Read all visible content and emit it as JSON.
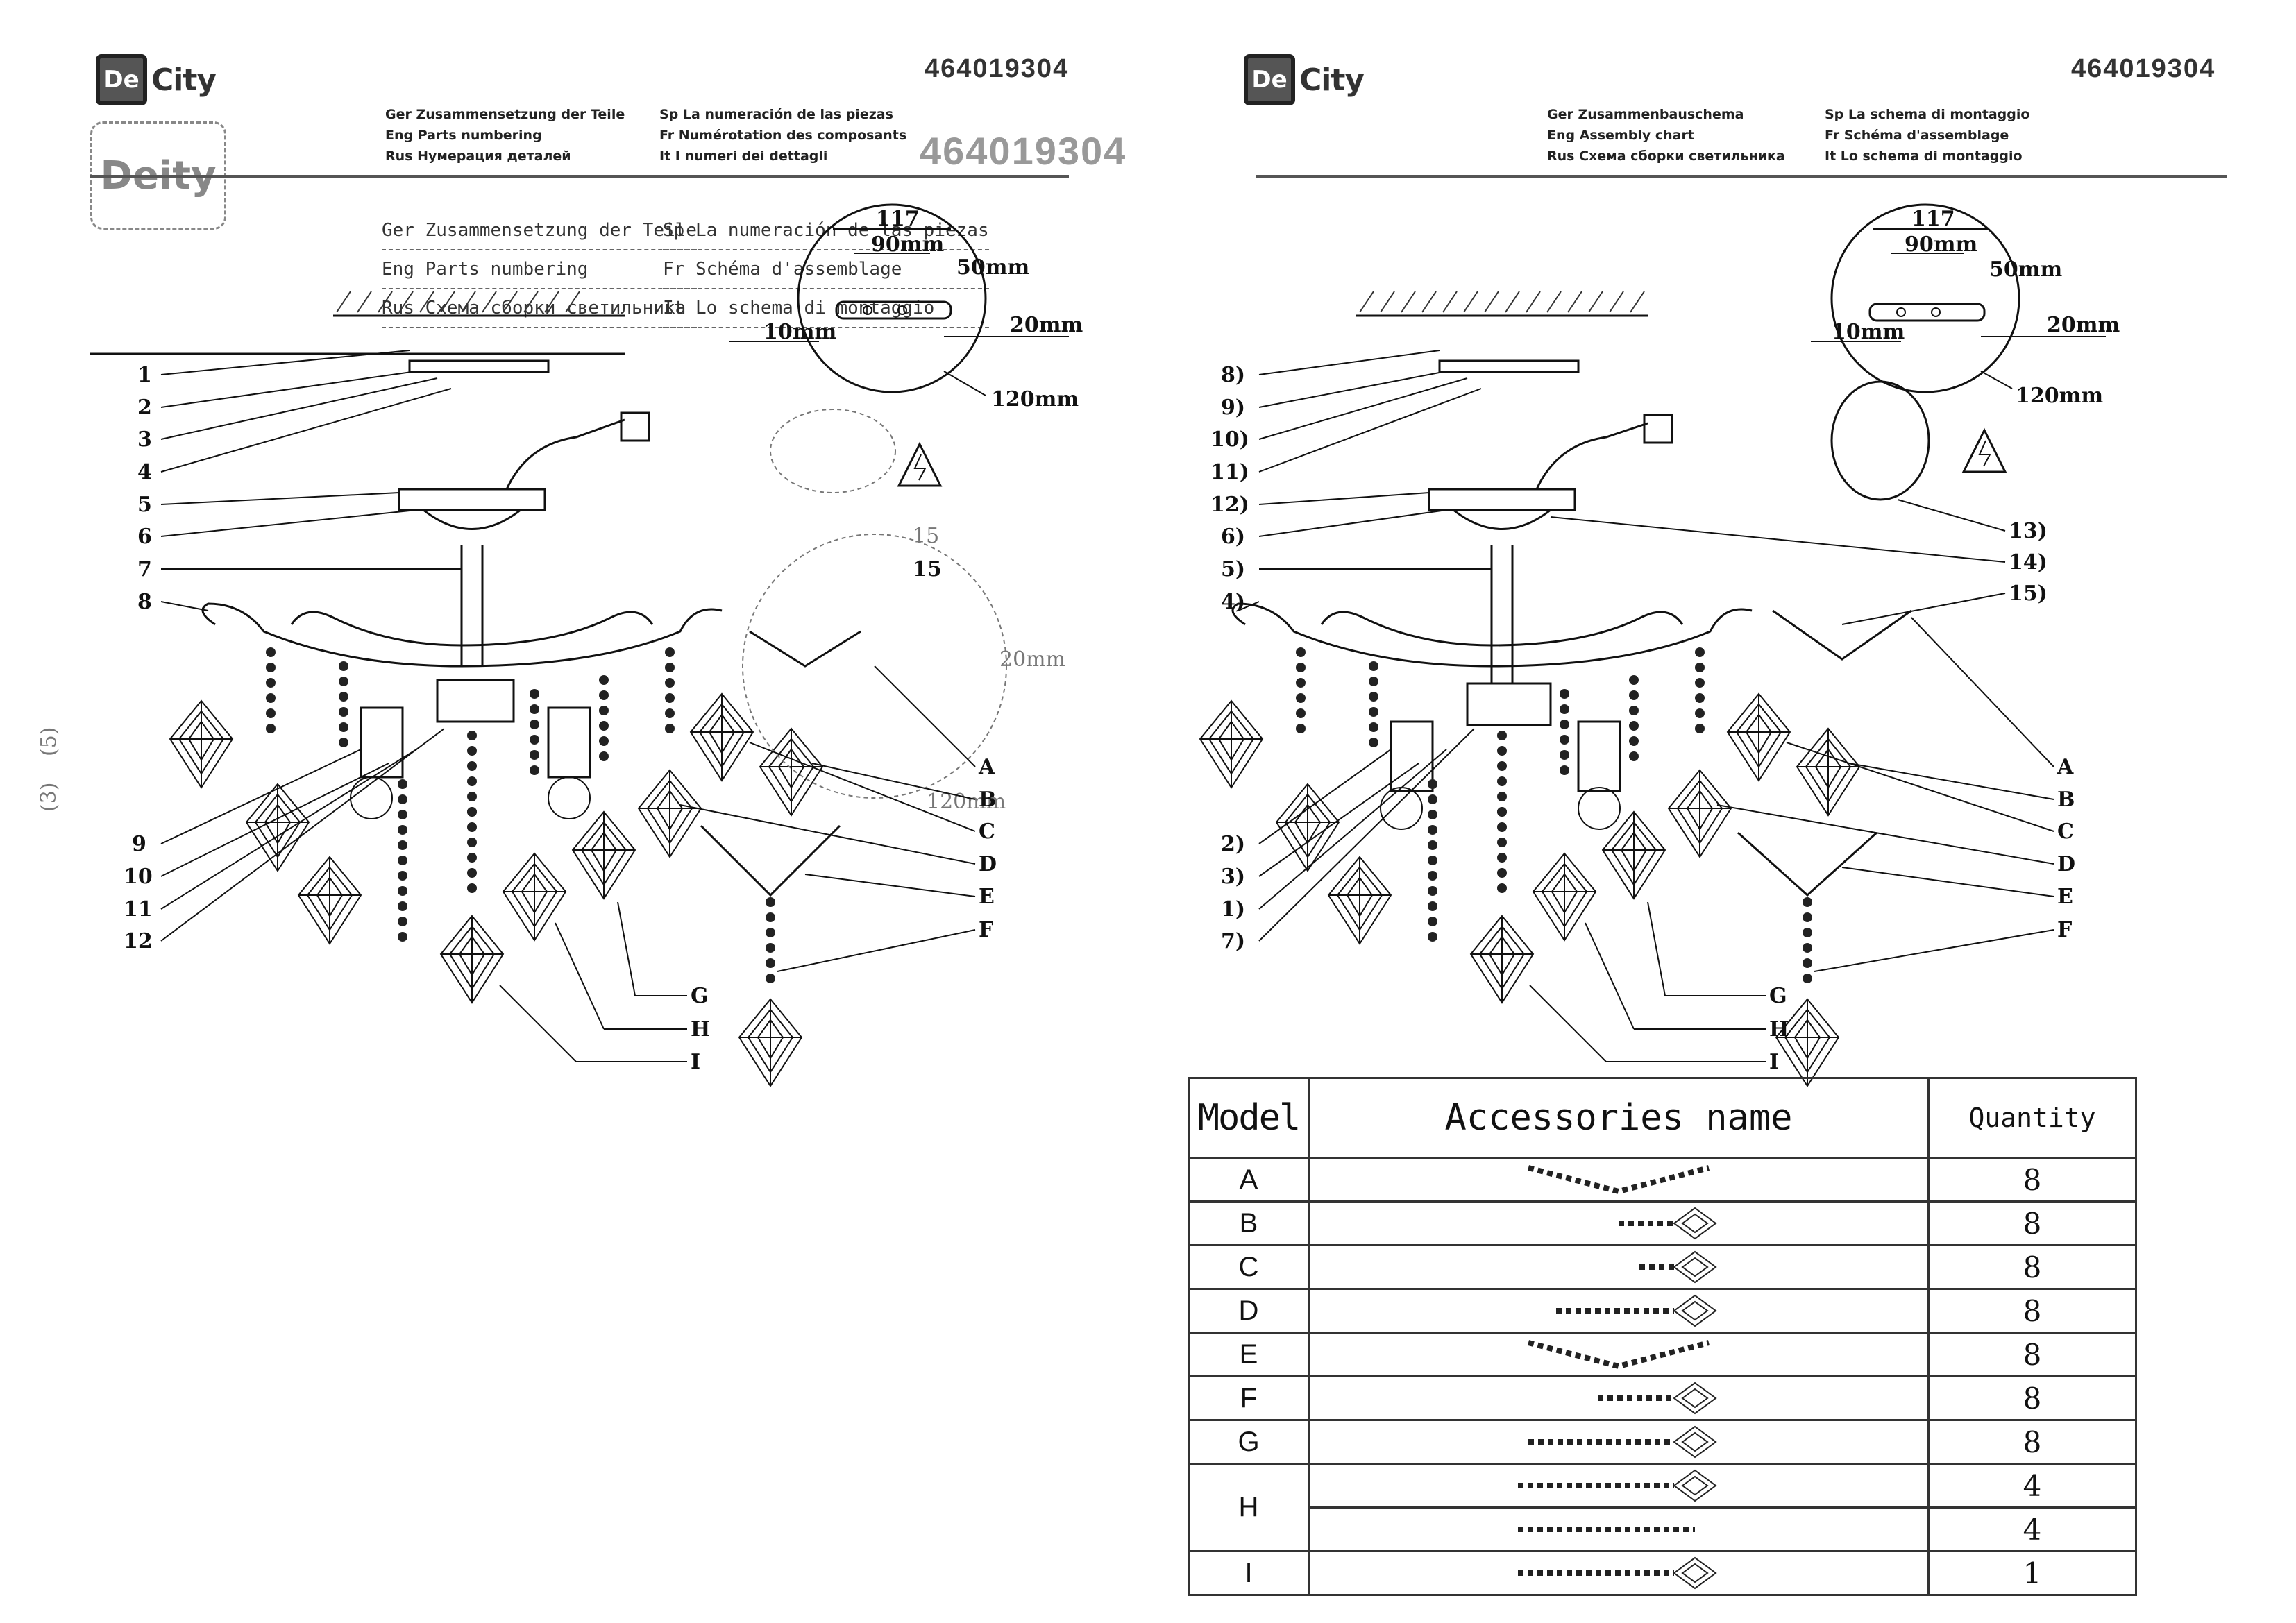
{
  "brand": {
    "logo_mark": "De",
    "logo_text": "City",
    "ghost_logo_text": "Deity"
  },
  "article_number": "464019304",
  "left_header": {
    "col1": [
      "Ger Zusammensetzung der Teile",
      "Eng Parts numbering",
      "Rus Нумерация деталей"
    ],
    "col2": [
      "Sp La numeración de las piezas",
      "Fr Numérotation des composants",
      "It I numeri dei dettagli"
    ],
    "ghost_col1": [
      "Ger Zusammensetzung der Teile",
      "Eng Parts numbering",
      "Rus Схема сборки светильника"
    ],
    "ghost_col2": [
      "Sp La numeración de las piezas",
      "Fr Schéma d'assemblage",
      "It Lo schema di montaggio"
    ]
  },
  "right_header": {
    "col1": [
      "Ger Zusammenbauschema",
      "Eng Assembly chart",
      "Rus Схема сборки светильника"
    ],
    "col2": [
      "Sp La schema di montaggio",
      "Fr Schéma d'assemblage",
      "It Lo schema di montaggio"
    ]
  },
  "dimensions": {
    "total": "117",
    "inner": "90mm",
    "right": "50mm",
    "side": "20mm",
    "small": "10mm",
    "diameter": "120mm",
    "ghost_num": "15"
  },
  "left_callouts": [
    "1",
    "2",
    "3",
    "4",
    "5",
    "6",
    "7",
    "8",
    "9",
    "10",
    "11",
    "12"
  ],
  "left_ghost_callouts": [
    "(5)",
    "(3)"
  ],
  "right_callouts": [
    "8)",
    "9)",
    "10)",
    "11)",
    "12)",
    "6)",
    "5)",
    "4)",
    "2)",
    "3)",
    "1)",
    "7)"
  ],
  "right_callouts_extra": [
    "13)",
    "14)",
    "15)"
  ],
  "letter_callouts": [
    "A",
    "B",
    "C",
    "D",
    "E",
    "F",
    "G",
    "H",
    "I"
  ],
  "table": {
    "header": {
      "model": "Model",
      "name": "Accessories name",
      "quantity": "Quantity"
    },
    "rows": [
      {
        "model": "A",
        "icon": "v-chain-icon",
        "quantity": "8"
      },
      {
        "model": "B",
        "icon": "short-pendant-icon",
        "quantity": "8"
      },
      {
        "model": "C",
        "icon": "pendant-icon",
        "quantity": "8"
      },
      {
        "model": "D",
        "icon": "chain-pendant-icon",
        "quantity": "8"
      },
      {
        "model": "E",
        "icon": "v-chain-icon",
        "quantity": "8"
      },
      {
        "model": "F",
        "icon": "chain-pendant-icon",
        "quantity": "8"
      },
      {
        "model": "G",
        "icon": "long-chain-pendant-icon",
        "quantity": "8"
      },
      {
        "model": "H",
        "icon": "long-chain-pendant-icon",
        "quantity": "4"
      },
      {
        "model": "",
        "icon": "long-chain-icon",
        "quantity": "4"
      },
      {
        "model": "I",
        "icon": "long-chain-pendant-icon",
        "quantity": "1"
      }
    ]
  }
}
